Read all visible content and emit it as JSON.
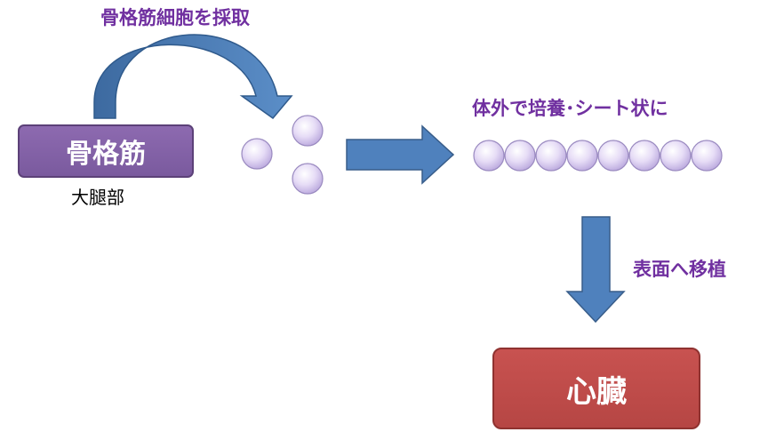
{
  "labels": {
    "harvest": "骨格筋細胞を採取",
    "culture": "体外で培養･シート状に",
    "transplant": "表面へ移植",
    "thigh": "大腿部"
  },
  "boxes": {
    "skeletal_muscle": "骨格筋",
    "heart": "心臓"
  },
  "cells": {
    "harvested_count": 3,
    "sheet_count": 8
  },
  "colors": {
    "label_text": "#7030a0",
    "muscle_box": "#8064a2",
    "heart_box": "#c0504d",
    "arrow": "#4f81bd",
    "cell": "#d9cdf0"
  }
}
